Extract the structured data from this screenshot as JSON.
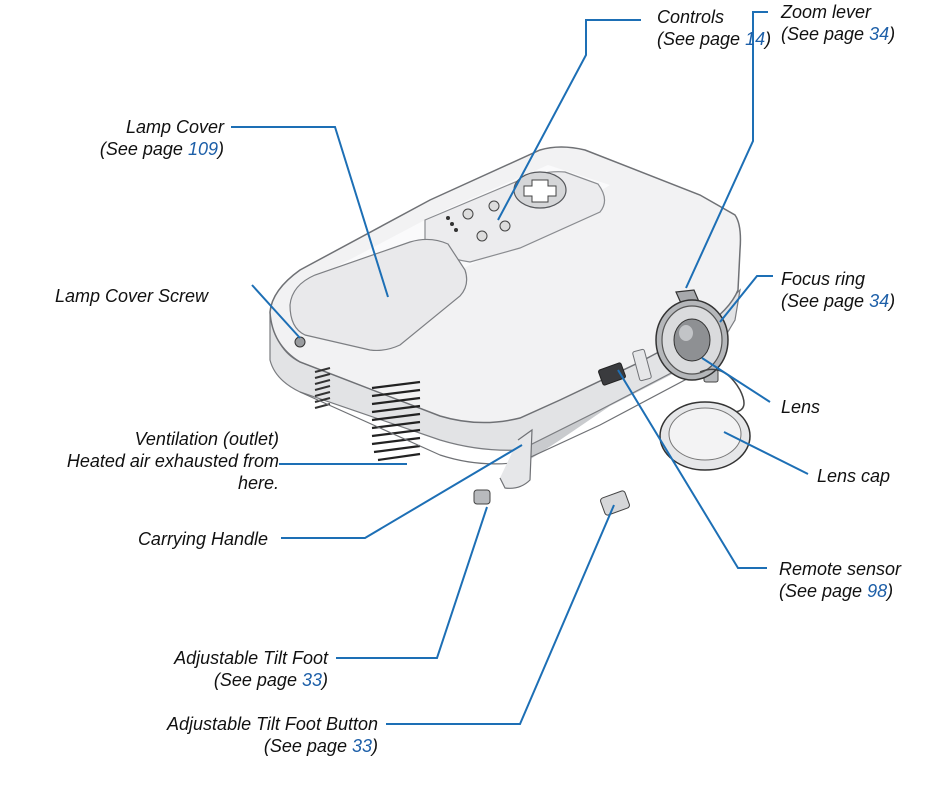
{
  "see_page_prefix": "(See page ",
  "see_page_suffix": ")",
  "labels": {
    "controls": {
      "title": "Controls",
      "page": "14"
    },
    "lamp_cover": {
      "title": "Lamp Cover",
      "page": "109"
    },
    "lamp_cover_screw": {
      "title": "Lamp Cover Screw"
    },
    "ventilation": {
      "line1": "Ventilation (outlet)",
      "line2": "Heated air exhausted from",
      "line3": "here."
    },
    "carrying_handle": {
      "title": "Carrying Handle"
    },
    "tilt_foot": {
      "title": "Adjustable Tilt Foot",
      "page": "33"
    },
    "tilt_foot_button": {
      "title": "Adjustable Tilt Foot Button",
      "page": "33"
    },
    "zoom_lever": {
      "title": "Zoom lever",
      "page": "34"
    },
    "focus_ring": {
      "title": "Focus ring",
      "page": "34"
    },
    "lens": {
      "title": "Lens"
    },
    "lens_cap": {
      "title": "Lens cap"
    },
    "remote_sensor": {
      "title": "Remote sensor",
      "page": "98"
    }
  },
  "colors": {
    "leader_line": "#1d6fb5",
    "page_number": "#1d5fa8",
    "body_text": "#111111"
  }
}
